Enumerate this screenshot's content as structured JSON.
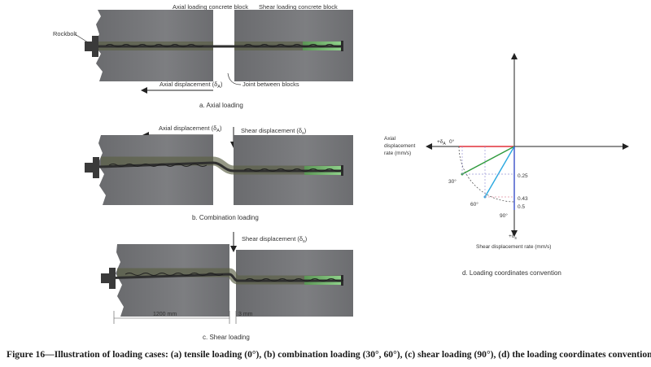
{
  "panel_a": {
    "label_axial_block": "Axial loading concrete block",
    "label_shear_block": "Shear loading concrete block",
    "label_rockbolt": "Rockbolt",
    "label_axial_disp": "Axial displacement (δ",
    "sub_axial": "A",
    "label_joint": "Joint between blocks",
    "caption": "a. Axial loading"
  },
  "panel_b": {
    "label_axial_disp": "Axial displacement (δ",
    "sub_axial": "A",
    "label_shear_disp": "Shear displacement (δ",
    "sub_shear": "s",
    "caption": "b. Combination loading"
  },
  "panel_c": {
    "label_shear_disp": "Shear displacement (δ",
    "sub_shear": "s",
    "dim_left": "1200 mm",
    "dim_right": "3 mm",
    "caption": "c. Shear loading"
  },
  "panel_d": {
    "axial_axis_label": [
      "Axial",
      "displacement",
      "rate (mm/s)"
    ],
    "axial_symbol": "+δ",
    "axial_symbol_sub": "A",
    "shear_symbol": "+δ",
    "shear_symbol_sub": "s",
    "shear_axis_label": "Shear displacement rate (mm/s)",
    "angles": [
      "0°",
      "30°",
      "60°",
      "90°"
    ],
    "tick_values": [
      "0.25",
      "0.43",
      "0.5"
    ],
    "caption": "d. Loading coordinates convention",
    "colors": {
      "zero": "#e0303a",
      "thirty": "#2e9a3c",
      "sixty": "#2aa8e0",
      "ninety": "#3a4fc8",
      "guide": "#9a96d8",
      "guide_red": "#e090a0"
    }
  },
  "figure_caption": "Figure 16—Illustration of loading cases: (a) tensile loading (0°), (b) combination loading (30°, 60°), (c) shear loading (90°), (d) the loading coordinates convention"
}
